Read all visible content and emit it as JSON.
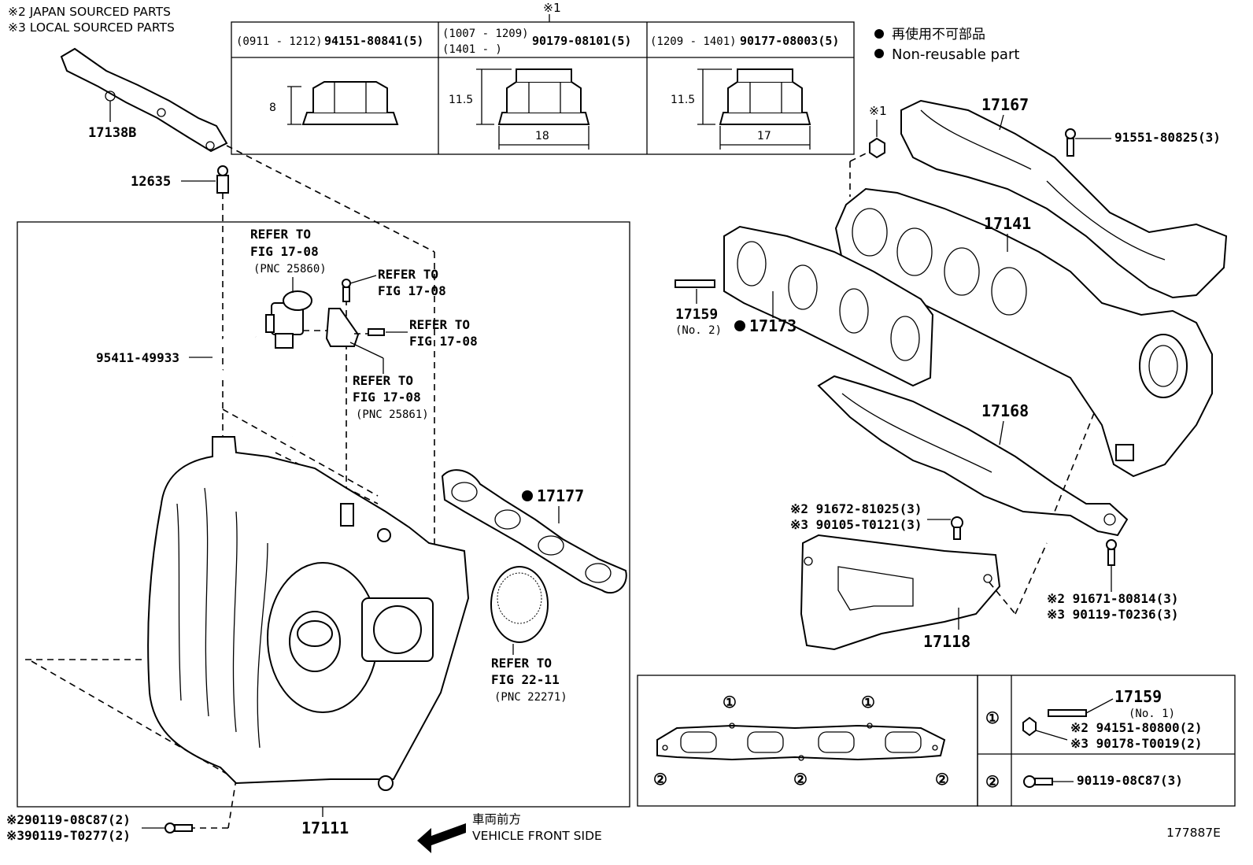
{
  "notes": {
    "japan": "※2 JAPAN SOURCED PARTS",
    "local": "※3 LOCAL SOURCED PARTS"
  },
  "legend": {
    "jp": "再使用不可部品",
    "en": "Non-reusable part"
  },
  "nut_table": {
    "ref_mark": "※1",
    "col1": {
      "range": "(0911 - 1212)",
      "pn": "94151-80841(5)",
      "dim_h": "8"
    },
    "col2": {
      "range1": "(1007 - 1209)",
      "range2": "(1401 -        )",
      "pn": "90179-08101(5)",
      "dim_h": "11.5",
      "dim_w": "18"
    },
    "col3": {
      "range": "(1209 - 1401)",
      "pn": "90177-08003(5)",
      "dim_h": "11.5",
      "dim_w": "17"
    }
  },
  "labels": {
    "p17138B": "17138B",
    "p12635": "12635",
    "refer_a1": "REFER TO",
    "refer_a2": "FIG 17-08",
    "refer_a3": "(PNC 25860)",
    "refer_b1": "REFER TO",
    "refer_b2": "FIG 17-08",
    "refer_c1": "REFER TO",
    "refer_c2": "FIG 17-08",
    "refer_d1": "REFER TO",
    "refer_d2": "FIG 17-08",
    "refer_d3": "(PNC 25861)",
    "p95411": "95411-49933",
    "p17177": "17177",
    "refer_e1": "REFER TO",
    "refer_e2": "FIG 22-11",
    "refer_e3": "(PNC 22271)",
    "p17111": "17111",
    "bolt_a": "※290119-08C87(2)",
    "bolt_b": "※390119-T0277(2)",
    "front_jp": "車両前方",
    "front_en": "VEHICLE FRONT SIDE",
    "fig_no": "177887E",
    "star1": "※1",
    "p17167": "17167",
    "p91551": "91551-80825(3)",
    "p17141": "17141",
    "p17159_2": "17159",
    "p17159_2b": "(No. 2)",
    "p17173": "17173",
    "p17168": "17168",
    "p91672": "※2 91672-81025(3)",
    "p90105": "※3 90105-T0121(3)",
    "p17118": "17118",
    "p91671": "※2 91671-80814(3)",
    "p90119_t": "※3 90119-T0236(3)",
    "c1": "①",
    "c2": "②",
    "p17159_1": "17159",
    "p17159_1b": "(No. 1)",
    "p94151": "※2 94151-80800(2)",
    "p90178": "※3 90178-T0019(2)",
    "p90119_08": "90119-08C87(3)"
  }
}
